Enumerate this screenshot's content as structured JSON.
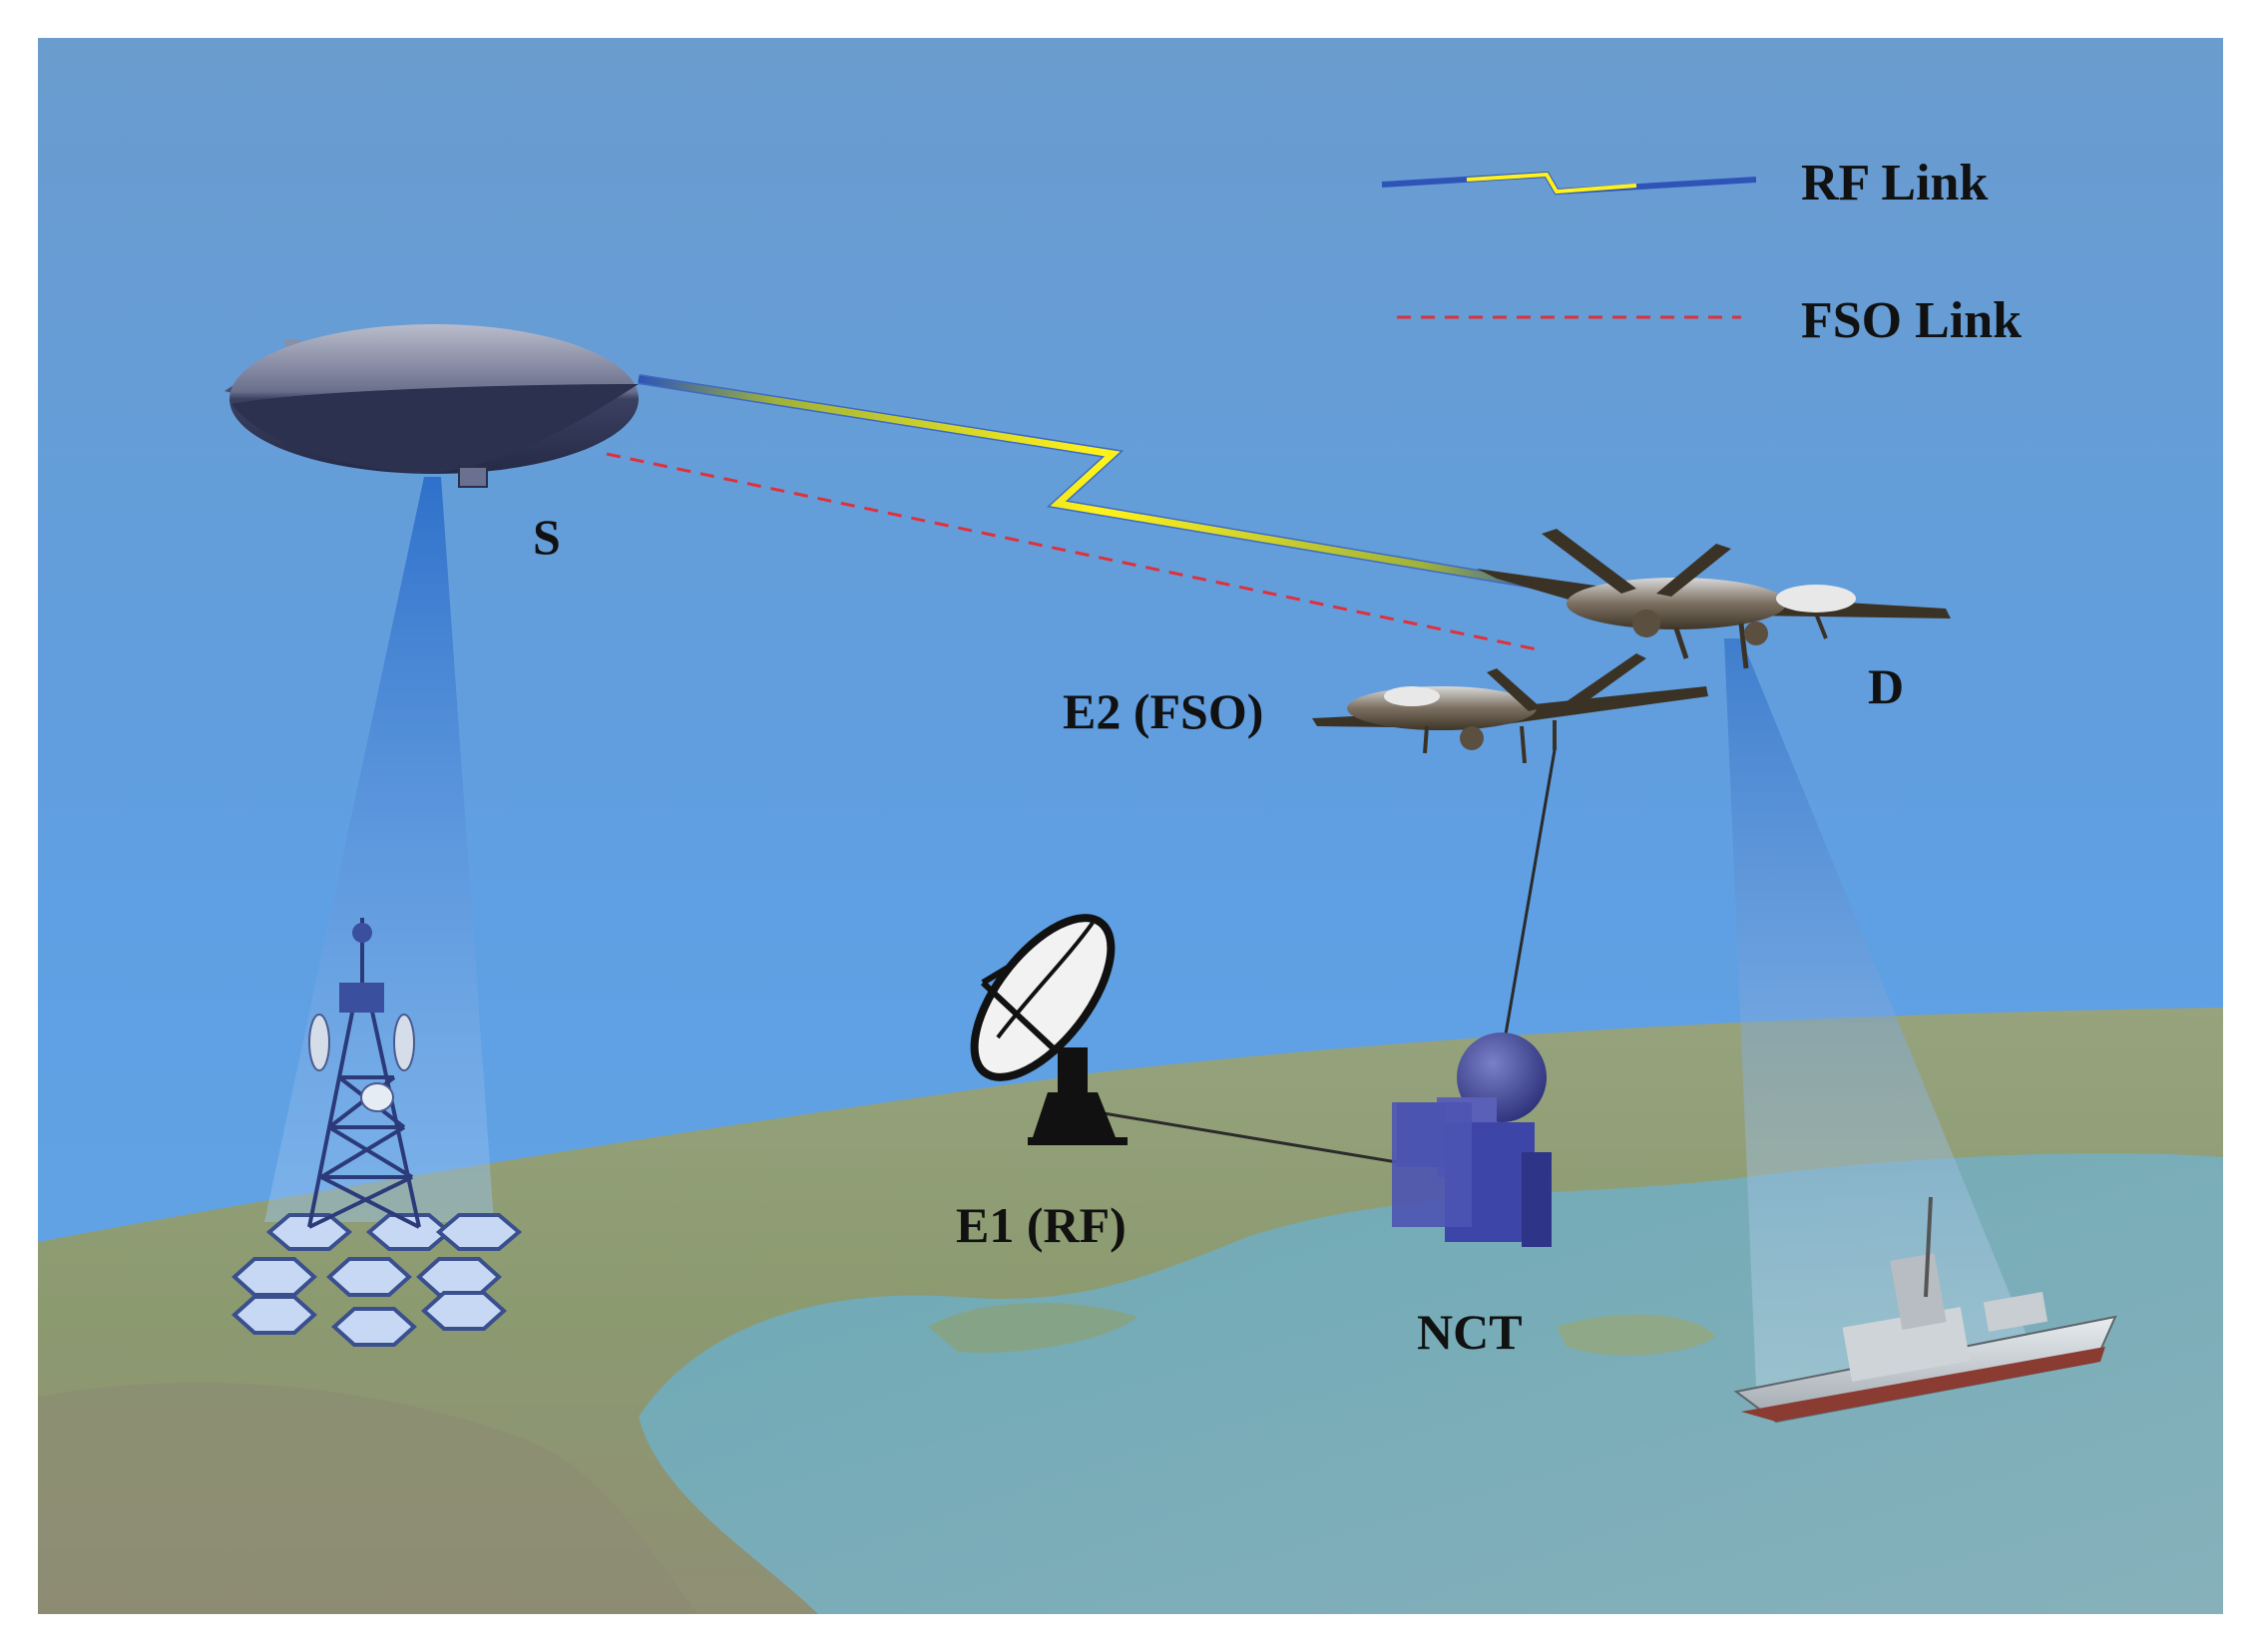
{
  "legend": {
    "rf_label": "RF Link",
    "fso_label": "FSO Link"
  },
  "nodes": {
    "source": "S",
    "destination": "D",
    "eavesdropper_fso": "E2 (FSO)",
    "eavesdropper_rf": "E1 (RF)",
    "control_terminal": "NCT"
  },
  "colors": {
    "sky_top": "#6b9fd1",
    "sky_mid": "#5f9fe3",
    "land": "#8d9c74",
    "sea": "#79acba",
    "rf_core": "#fff21a",
    "rf_edge": "#2e54b8",
    "fso": "#e0303a",
    "beam": "#2a74d0",
    "nct": "#3d45a8"
  },
  "icons": {
    "airship": "airship-icon",
    "drone": "uav-icon",
    "dish": "satellite-dish-icon",
    "tower": "cell-tower-icon",
    "ship": "ship-icon",
    "terminal": "terminal-person-icon"
  }
}
